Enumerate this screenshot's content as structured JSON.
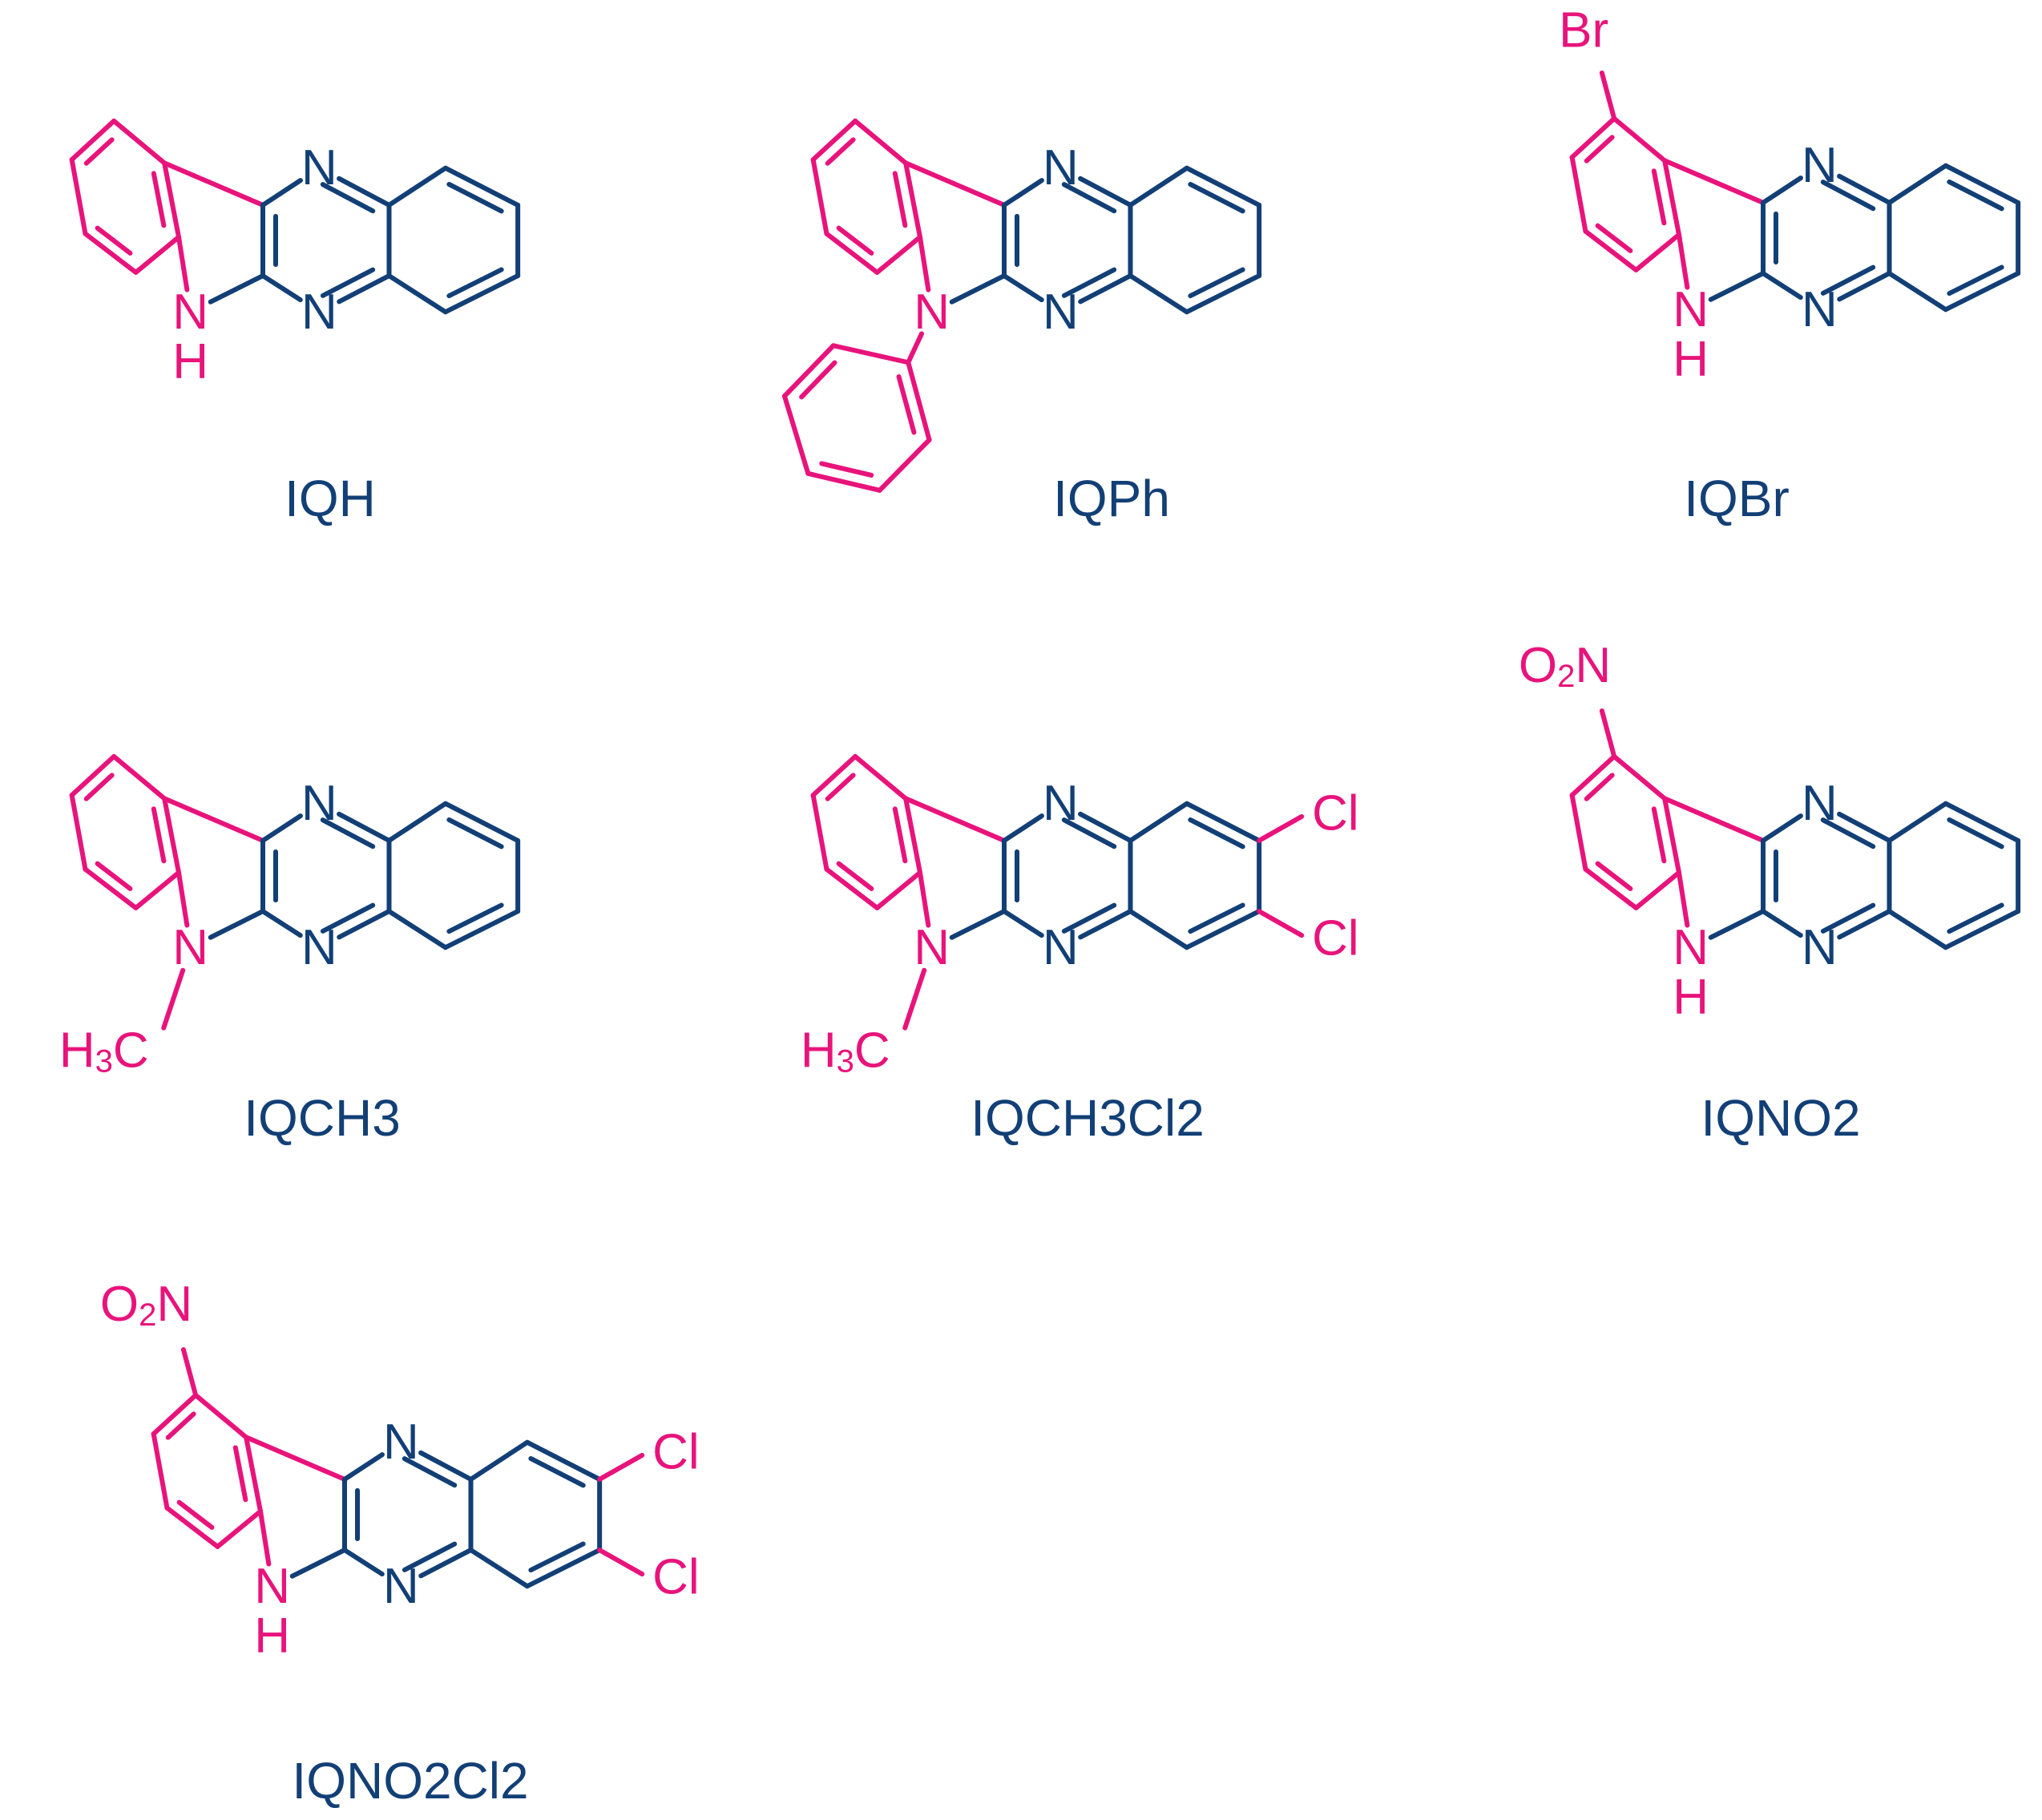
{
  "colors": {
    "indole": "#e8137b",
    "quinoxaline": "#123f76"
  },
  "compounds": [
    {
      "id": "iqh",
      "name": "IQH",
      "n_group": "H",
      "n_atom": "N",
      "h_label": "H",
      "top_substituent": "",
      "chlorinated": false,
      "cl_label": "Cl"
    },
    {
      "id": "iqph",
      "name": "IQPh",
      "n_group": "Ph",
      "n_atom": "N",
      "h_label": "",
      "top_substituent": "",
      "chlorinated": false,
      "cl_label": "Cl"
    },
    {
      "id": "iqbr",
      "name": "IQBr",
      "n_group": "H",
      "n_atom": "N",
      "h_label": "H",
      "top_substituent": "Br",
      "chlorinated": false,
      "cl_label": "Cl"
    },
    {
      "id": "iqch3",
      "name": "IQCH3",
      "n_group": "CH3",
      "n_atom": "N",
      "h_label": "",
      "methyl": {
        "h": "H",
        "sub": "3",
        "c": "C"
      },
      "top_substituent": "",
      "chlorinated": false,
      "cl_label": "Cl"
    },
    {
      "id": "iqch3cl2",
      "name": "IQCH3Cl2",
      "n_group": "CH3",
      "n_atom": "N",
      "h_label": "",
      "methyl": {
        "h": "H",
        "sub": "3",
        "c": "C"
      },
      "top_substituent": "",
      "chlorinated": true,
      "cl_label": "Cl"
    },
    {
      "id": "iqno2",
      "name": "IQNO2",
      "n_group": "H",
      "n_atom": "N",
      "h_label": "H",
      "top_substituent": "NO2",
      "nitro": {
        "o": "O",
        "sub": "2",
        "n": "N"
      },
      "chlorinated": false,
      "cl_label": "Cl"
    },
    {
      "id": "iqno2cl2",
      "name": "IQNO2Cl2",
      "n_group": "H",
      "n_atom": "N",
      "h_label": "H",
      "top_substituent": "NO2",
      "nitro": {
        "o": "O",
        "sub": "2",
        "n": "N"
      },
      "chlorinated": true,
      "cl_label": "Cl"
    }
  ]
}
